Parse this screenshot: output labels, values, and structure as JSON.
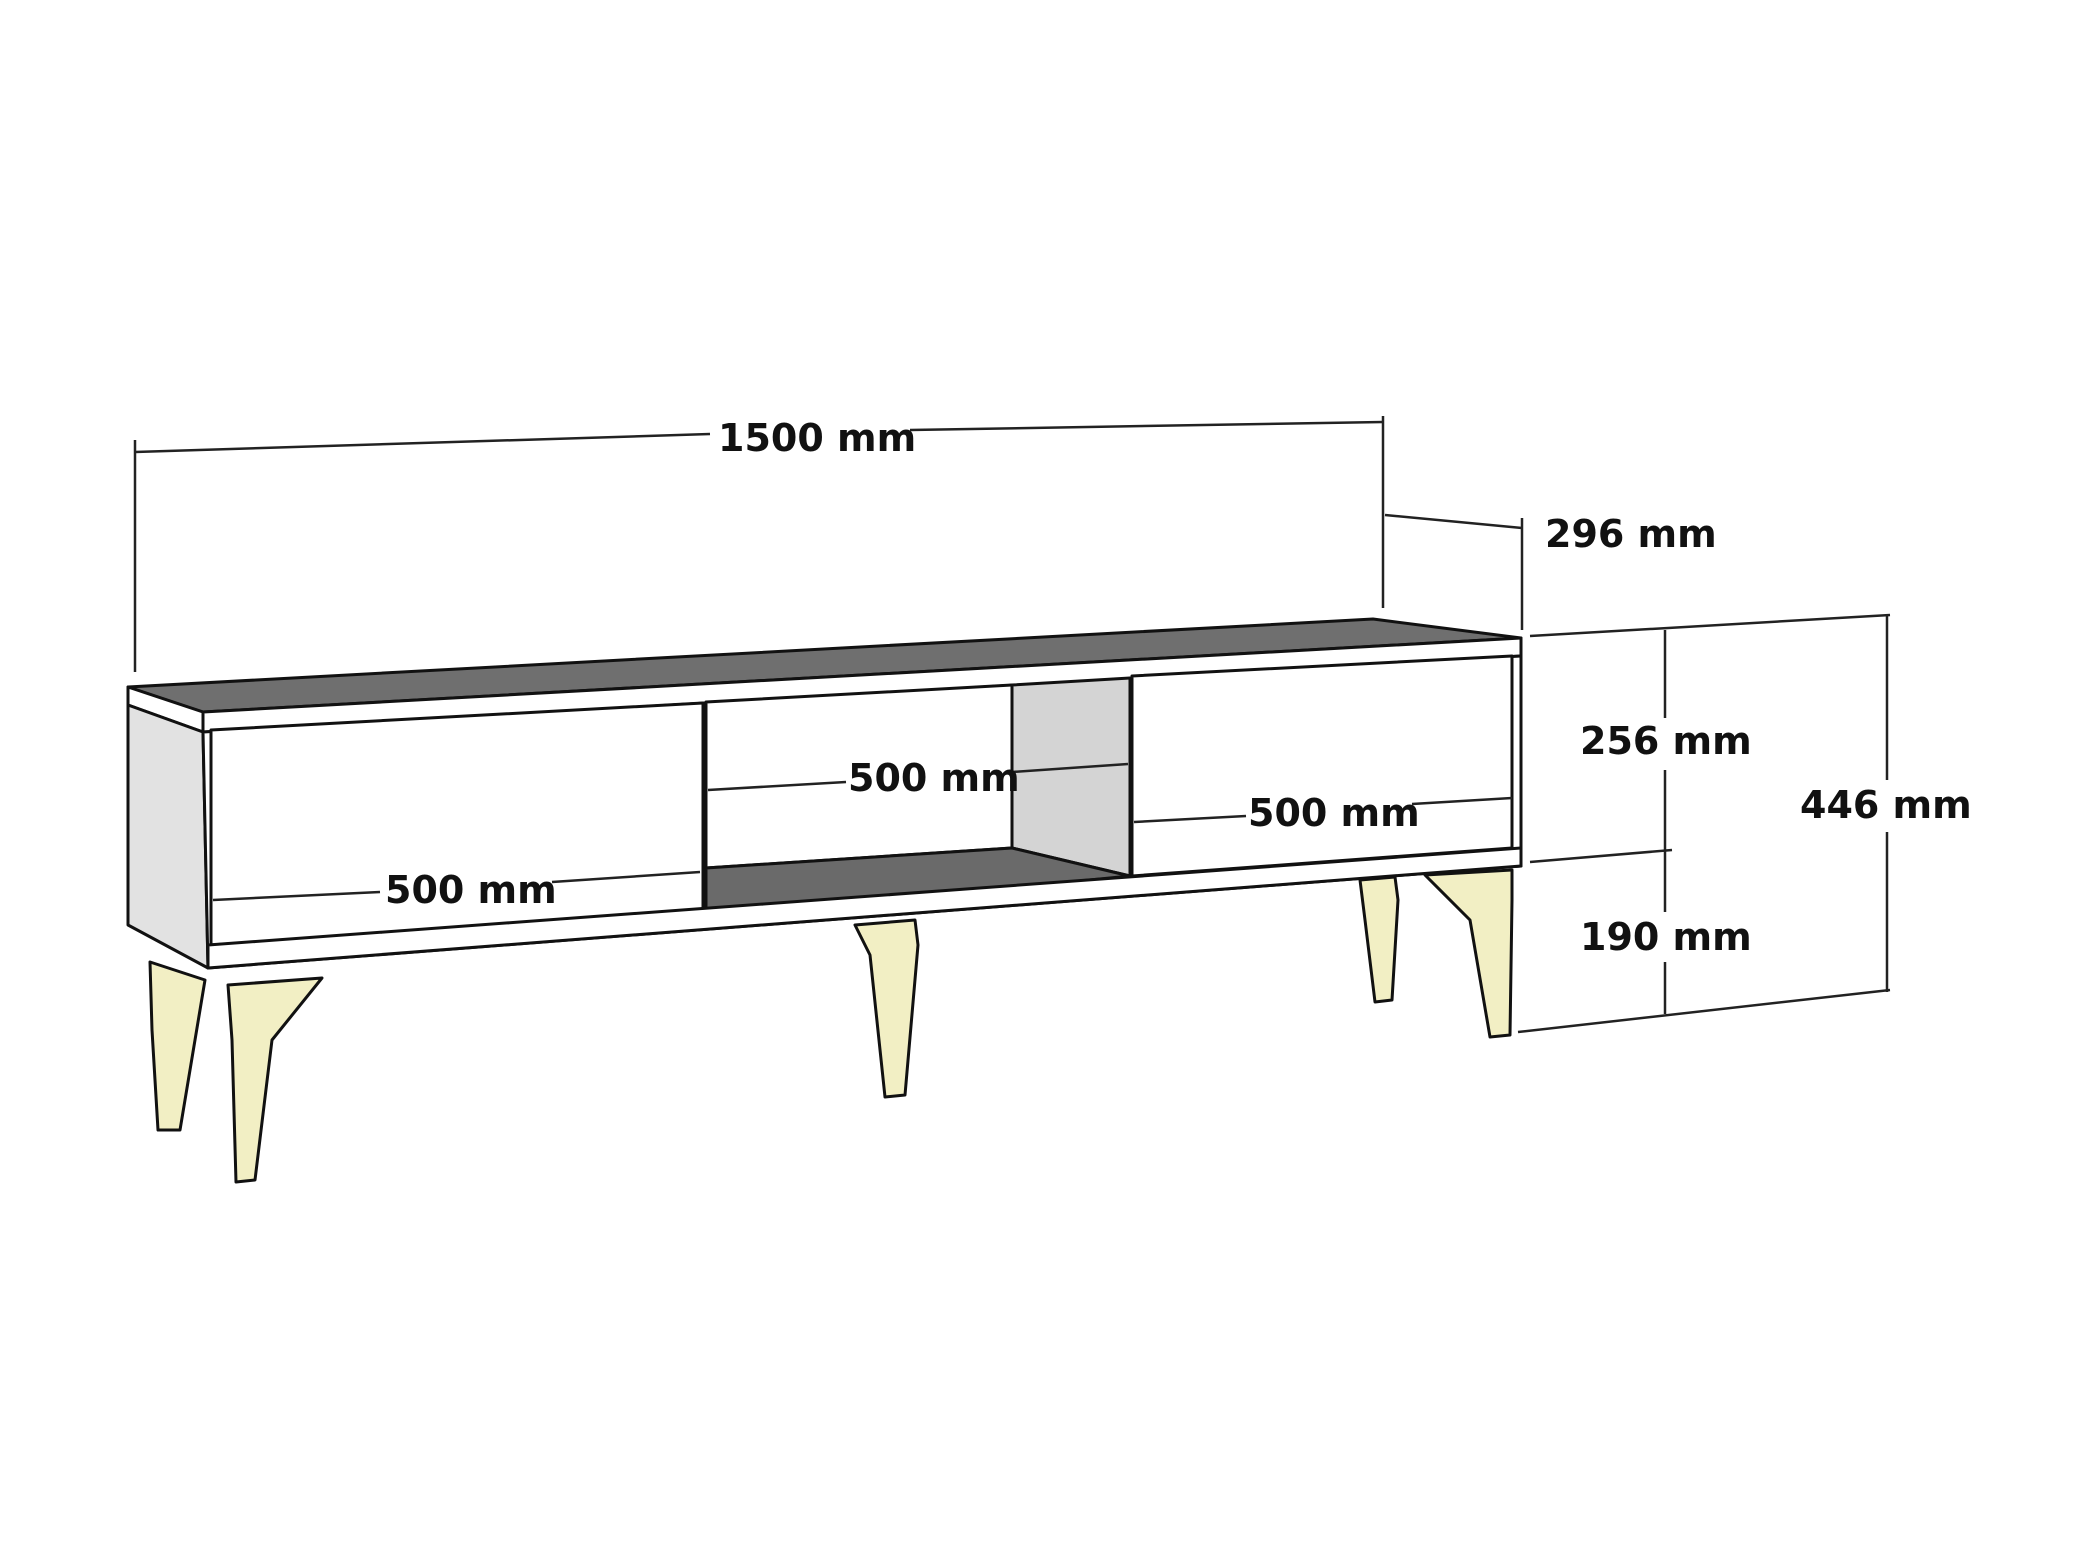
{
  "dimensions": {
    "overall_width": "1500 mm",
    "depth": "296 mm",
    "body_height": "256 mm",
    "leg_height": "190 mm",
    "overall_height": "446 mm",
    "left_door_width": "500 mm",
    "middle_section_width": "500 mm",
    "right_door_width": "500 mm"
  },
  "colors": {
    "top_surface": "#6f6f6f",
    "carcass_white": "#ffffff",
    "side_panel": "#e2e2e2",
    "shelf_interior": "#6a6a6a",
    "inner_wall": "#d4d4d4",
    "leg_gold": "#f2efc4",
    "outline": "#111111"
  }
}
